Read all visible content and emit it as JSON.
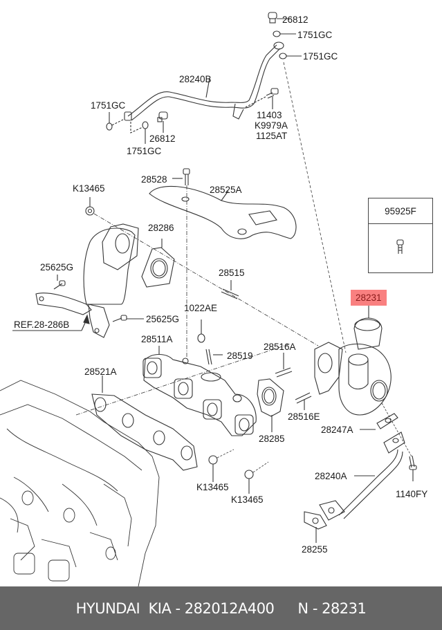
{
  "diagram": {
    "title": "Turbocharger & Exhaust Manifold Parts Diagram",
    "highlighted_part": "28231",
    "labels": {
      "p26812_top": "26812",
      "p1751gc_top1": "1751GC",
      "p1751gc_top2": "1751GC",
      "p28240b": "28240B",
      "p1751gc_left": "1751GC",
      "p26812_mid": "26812",
      "p1751gc_mid": "1751GC",
      "p11403": "11403",
      "pk9979a": "K9979A",
      "p1125at": "1125AT",
      "p28528": "28528",
      "p28525a": "28525A",
      "pk13465_top": "K13465",
      "p28286": "28286",
      "p25625g_1": "25625G",
      "p28515": "28515",
      "p1022ae": "1022AE",
      "p25625g_2": "25625G",
      "pref": "REF.28-286B",
      "p28511a": "28511A",
      "p28519": "28519",
      "p28516a": "28516A",
      "p28521a": "28521A",
      "p28516e": "28516E",
      "p28285": "28285",
      "p28247a": "28247A",
      "p28231": "28231",
      "p28240a": "28240A",
      "pk13465_b1": "K13465",
      "pk13465_b2": "K13465",
      "p1140fy": "1140FY",
      "p28255": "28255"
    },
    "inset_box": {
      "part": "95925F",
      "icon": "bolt-icon"
    },
    "highlight_color": "#f98080"
  },
  "footer": {
    "brand": "HYUNDAI  KIA",
    "part_number": "282012A400",
    "ref_prefix": "N",
    "ref_number": "28231",
    "separator": " - ",
    "background": "#666666"
  }
}
